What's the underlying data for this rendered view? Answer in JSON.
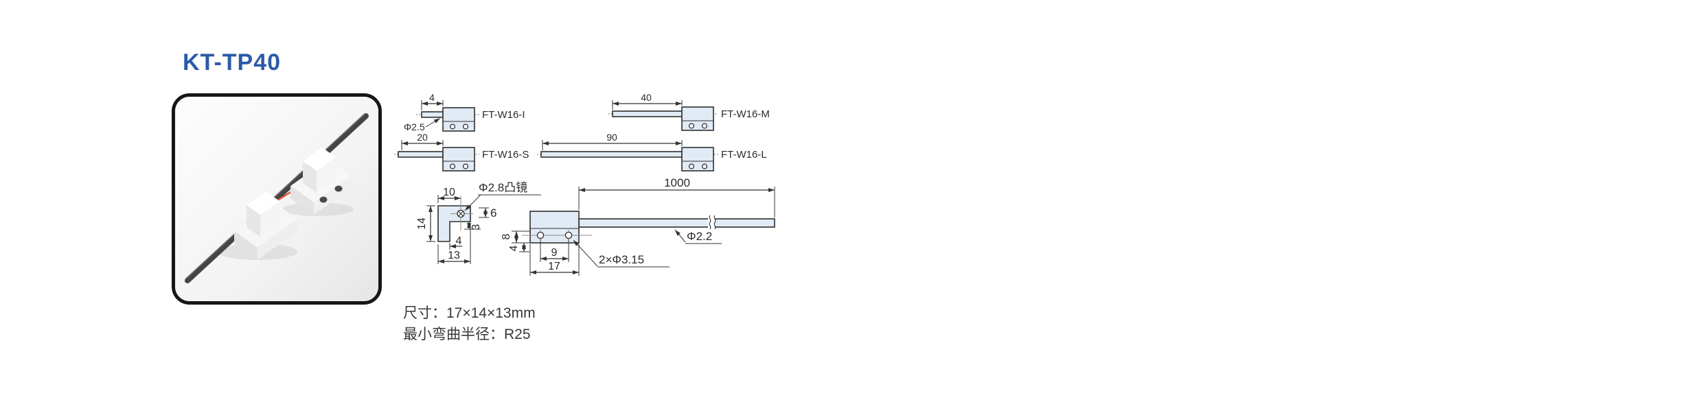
{
  "title": "KT-TP40",
  "drawings": {
    "models": [
      {
        "label": "FT-W16-I",
        "length_dim": "4"
      },
      {
        "label": "FT-W16-M",
        "length_dim": "40"
      },
      {
        "label": "FT-W16-S",
        "length_dim": "20"
      },
      {
        "label": "FT-W16-L",
        "length_dim": "90"
      }
    ],
    "tip_diameter": "Φ2.5",
    "side_view": {
      "top_width": "10",
      "height": "14",
      "lens_label": "Φ2.8凸镜",
      "lens_offset_v": "6",
      "lens_offset_h": "3",
      "foot_width": "4",
      "base_width": "13"
    },
    "front_view": {
      "fiber_length": "1000",
      "fiber_diameter": "Φ2.2",
      "mount_holes": "2×Φ3.15",
      "hole_height": "8",
      "hole_bottom_offset": "4",
      "hole_spacing": "9",
      "body_width": "17"
    }
  },
  "specs": {
    "size": "尺寸：17×14×13mm",
    "min_bend_radius": "最小弯曲半径：R25"
  },
  "colors": {
    "accent_blue": "#2b5aa8",
    "drawing_fill": "#e0ebf5",
    "laser_red": "#e8503a"
  }
}
